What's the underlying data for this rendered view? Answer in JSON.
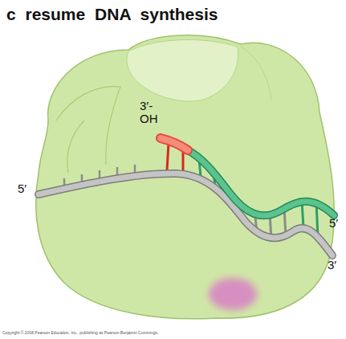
{
  "diagram": {
    "title": "c resume DNA synthesis",
    "labels": [
      "3′- OH",
      "5′",
      "5′",
      "3′",
      "Copyright © 2008 Pearson Education, Inc., publishing as Pearson Benjamin Cummings."
    ]
  }
}
